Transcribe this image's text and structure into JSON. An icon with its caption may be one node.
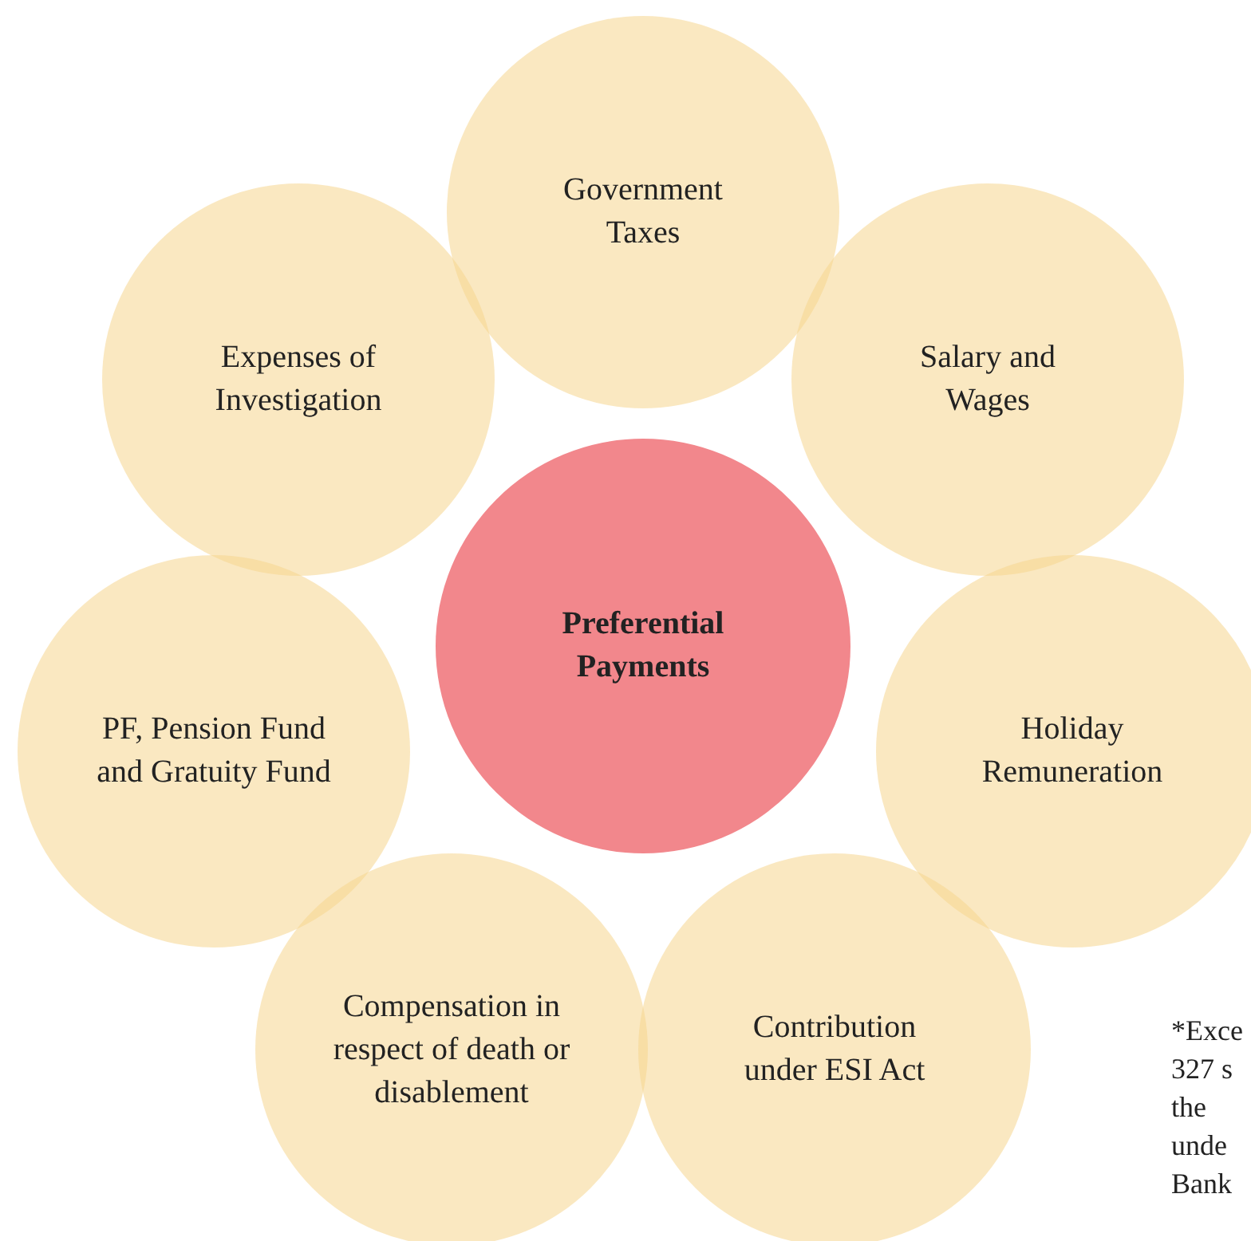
{
  "diagram": {
    "nodes": [
      {
        "text": [
          "Government Taxes"
        ]
      },
      {
        "text": [
          "Expenses of Investigation"
        ]
      },
      {
        "text": [
          "Salary and Wages"
        ]
      },
      {
        "text": [
          "Preferential Payments"
        ]
      },
      {
        "text": [
          "PF, Pension Fund and Gratuity Fund"
        ]
      },
      {
        "text": [
          "Holiday Remuneration"
        ]
      },
      {
        "text": [
          "Compensation in respect of death or disablement"
        ]
      },
      {
        "text": [
          "Contribution under ESI Act"
        ]
      }
    ],
    "labels": [
      "*Exce 327 s the unde Bank"
    ]
  }
}
